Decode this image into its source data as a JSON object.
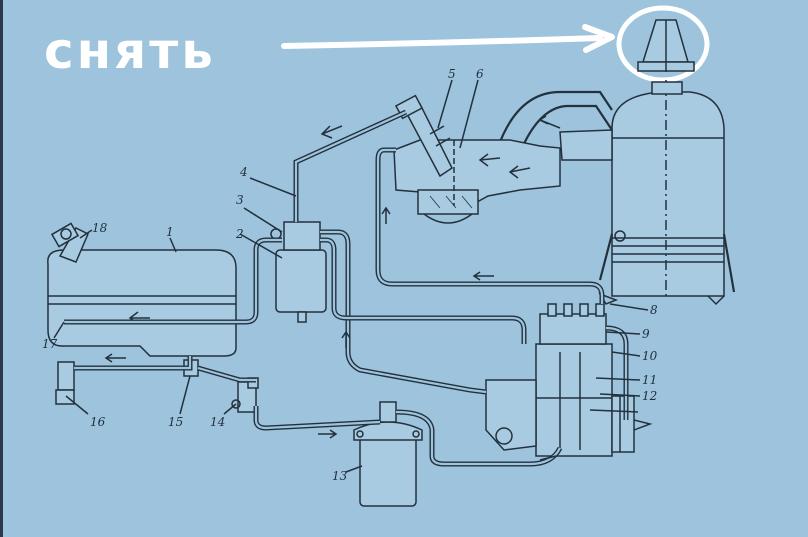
{
  "annotation": {
    "handwritten_text": "снять",
    "ink_color": "#ffffff"
  },
  "background_color": "#9ec3dd",
  "callouts": [
    {
      "id": "c1",
      "label": "1"
    },
    {
      "id": "c2",
      "label": "2"
    },
    {
      "id": "c3",
      "label": "3"
    },
    {
      "id": "c4",
      "label": "4"
    },
    {
      "id": "c5",
      "label": "5"
    },
    {
      "id": "c6",
      "label": "6"
    },
    {
      "id": "c8",
      "label": "8"
    },
    {
      "id": "c9",
      "label": "9"
    },
    {
      "id": "c10",
      "label": "10"
    },
    {
      "id": "c11",
      "label": "11"
    },
    {
      "id": "c12",
      "label": "12"
    },
    {
      "id": "c13",
      "label": "13"
    },
    {
      "id": "c14",
      "label": "14"
    },
    {
      "id": "c15",
      "label": "15"
    },
    {
      "id": "c16",
      "label": "16"
    },
    {
      "id": "c17",
      "label": "17"
    },
    {
      "id": "c18",
      "label": "18"
    }
  ]
}
